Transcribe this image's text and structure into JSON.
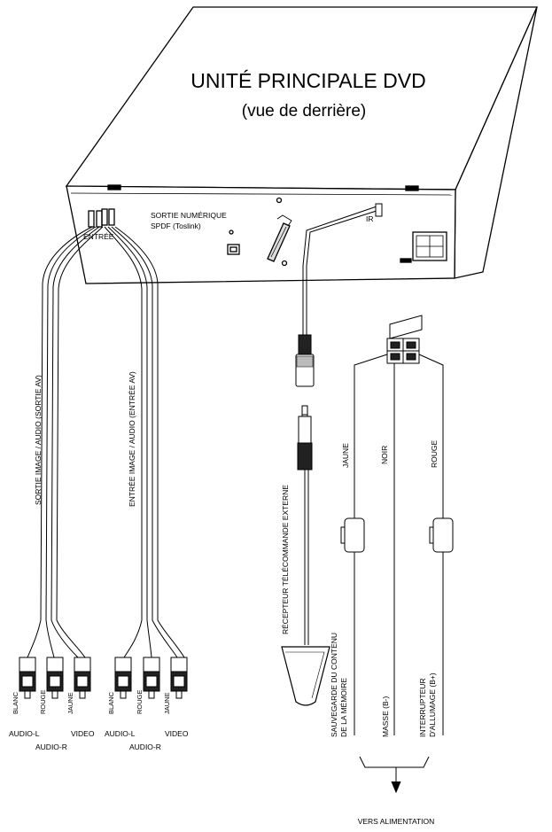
{
  "header": {
    "title": "UNITÉ PRINCIPALE DVD",
    "subtitle": "(vue de derrière)"
  },
  "unit_labels": {
    "digital_out_line1": "SORTIE NUMÉRIQUE",
    "digital_out_line2": "SPDF (Toslink)",
    "entree": "ENTRÉE",
    "ir": "IR"
  },
  "cables": {
    "av_out": "SORTIE IMAGE / AUDIO (SORTIE AV)",
    "av_in": "ENTRÉE IMAGE / AUDIO (ENTRÉE AV)",
    "ir_receiver": "RÉCEPTEUR TÉLÉCOMMANDE EXTERNE"
  },
  "rca_left": {
    "colors": [
      "BLANC",
      "ROUGE",
      "JAUNE"
    ],
    "audio_l": "AUDIO-L",
    "video": "VIDEO",
    "audio_r": "AUDIO-R"
  },
  "rca_right": {
    "colors": [
      "BLANC",
      "ROUGE",
      "JAUNE"
    ],
    "audio_l": "AUDIO-L",
    "video": "VIDEO",
    "audio_r": "AUDIO-R"
  },
  "power": {
    "wire_colors": [
      "JAUNE",
      "NOIR",
      "ROUGE"
    ],
    "memory_line1": "SAUVEGARDE DU CONTENU",
    "memory_line2": "DE LA MÉMOIRE",
    "ground": "MASSE (B-)",
    "ignition_line1": "INTERRUPTEUR",
    "ignition_line2": "D'ALLUMAGE (B+)",
    "to_power": "VERS ALIMENTATION"
  },
  "colors": {
    "line": "#000000",
    "background": "#ffffff",
    "fill_dark": "#222222"
  }
}
